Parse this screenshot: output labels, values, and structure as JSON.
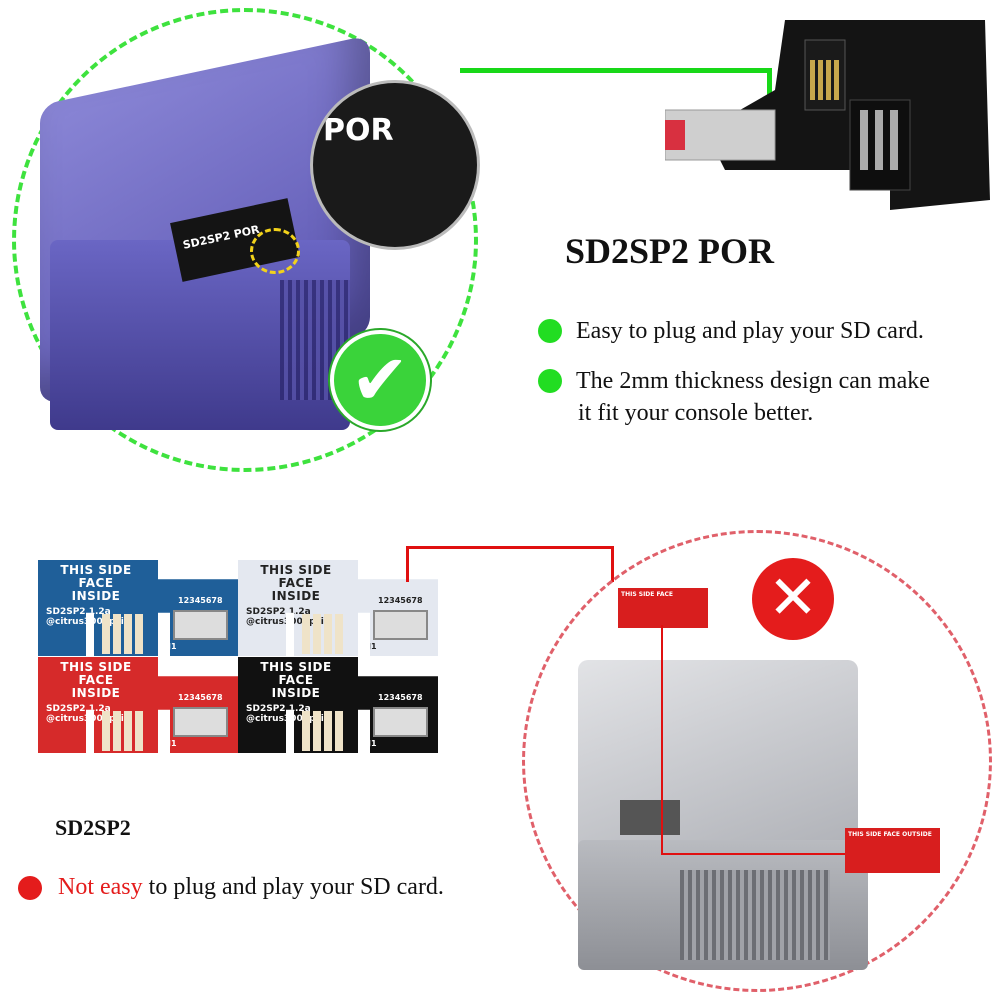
{
  "top": {
    "title": "SD2SP2 POR",
    "console_label": "SD2SP2 POR",
    "inset_label": "POR",
    "bullets": [
      {
        "text": "Easy to plug and play your SD card.",
        "color": "#22dd22"
      },
      {
        "line1": "The 2mm thickness design can make",
        "line2": "it fit your console better.",
        "color": "#22dd22"
      }
    ],
    "check_icon": "checkmark",
    "accent": "#3ee23e"
  },
  "bottom": {
    "title": "SD2SP2",
    "bullet": {
      "highlight": "Not easy",
      "rest": " to plug and play your SD card.",
      "color": "#e41c1c"
    },
    "x_icon": "cross",
    "boards": [
      {
        "color": "#1f5f99",
        "text": "#ffffff"
      },
      {
        "color": "#e4e8f0",
        "text": "#222222"
      },
      {
        "color": "#d62a2a",
        "text": "#ffffff"
      },
      {
        "color": "#111111",
        "text": "#ffffff"
      }
    ],
    "board_text": {
      "face": "THIS SIDE FACE",
      "inside": "INSIDE",
      "version": "SD2SP2 1.2a",
      "author": "@citrus3000psi",
      "pins": "12345678",
      "j1": "J1"
    },
    "outside_label": "THIS SIDE FACE OUTSIDE"
  }
}
